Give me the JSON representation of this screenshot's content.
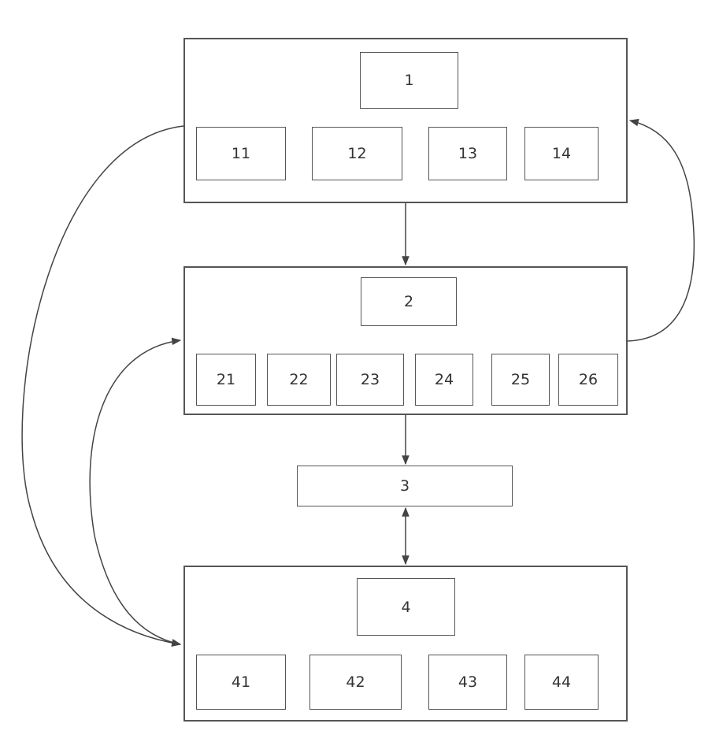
{
  "diagram": {
    "module1": {
      "label": "1",
      "subs": [
        "11",
        "12",
        "13",
        "14"
      ]
    },
    "module2": {
      "label": "2",
      "subs": [
        "21",
        "22",
        "23",
        "24",
        "25",
        "26"
      ]
    },
    "module3": {
      "label": "3"
    },
    "module4": {
      "label": "4",
      "subs": [
        "41",
        "42",
        "43",
        "44"
      ]
    }
  }
}
